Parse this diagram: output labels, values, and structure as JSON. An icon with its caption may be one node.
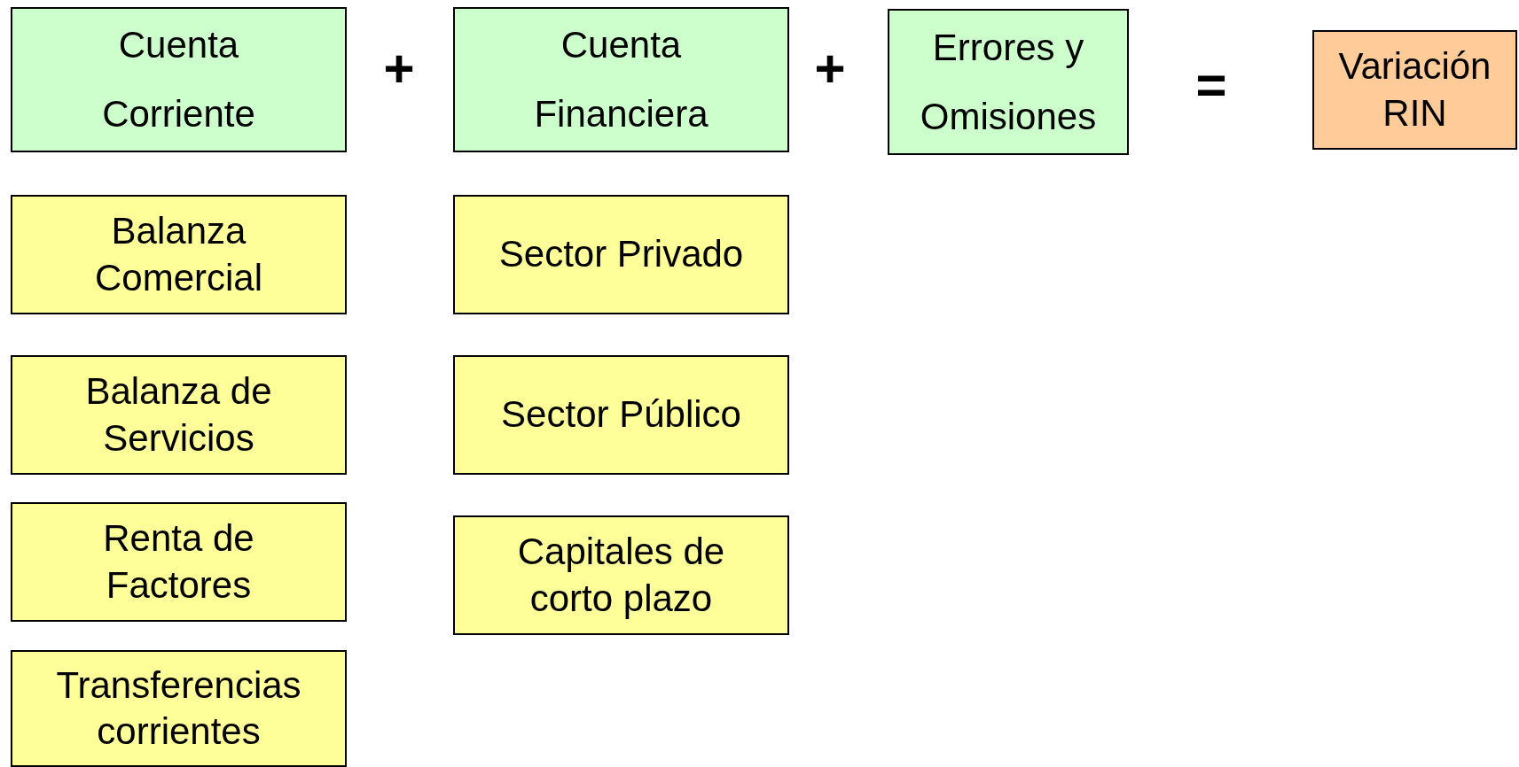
{
  "diagram": {
    "nodes": [
      {
        "text": [
          "Cuenta Corriente"
        ]
      },
      {
        "text": [
          "Cuenta Financiera"
        ]
      },
      {
        "text": [
          "Errores y Omisiones"
        ]
      },
      {
        "text": [
          "Variación RIN"
        ]
      },
      {
        "text": [
          "Balanza Comercial"
        ]
      },
      {
        "text": [
          "Sector Privado"
        ]
      },
      {
        "text": [
          "Balanza de Servicios"
        ]
      },
      {
        "text": [
          "Sector Público"
        ]
      },
      {
        "text": [
          "Renta de Factores"
        ]
      },
      {
        "text": [
          "Capitales de corto plazo"
        ]
      },
      {
        "text": [
          "Transferencias corrientes"
        ]
      }
    ],
    "edges": [],
    "labels": [
      "+",
      "+",
      "="
    ]
  }
}
